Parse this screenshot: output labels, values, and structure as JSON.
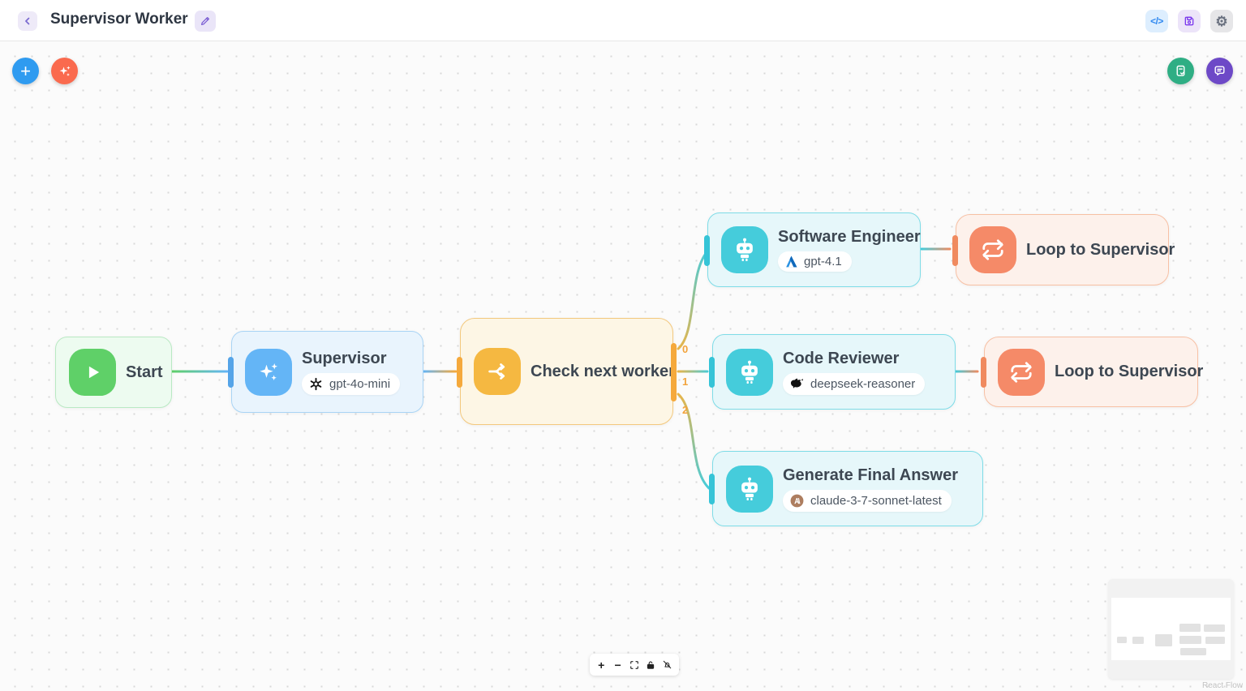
{
  "header": {
    "title": "Supervisor Worker",
    "code_label": "</>",
    "settings_glyph": "⚙",
    "icons": [
      "back-chevron-icon",
      "edit-pencil-icon",
      "code-icon",
      "save-floppy-icon",
      "settings-gear-icon"
    ]
  },
  "canvas": {
    "fab_icons": [
      "plus-icon",
      "ai-sparkles-icon",
      "report-check-icon",
      "chat-bubble-icon"
    ],
    "plus_glyph": "+",
    "nodes": [
      {
        "label": "Start",
        "icon": "play-icon",
        "color": "#5fd068"
      },
      {
        "label": "Supervisor",
        "icon": "sparkles-icon",
        "color": "#64b5f6",
        "model": "gpt-4o-mini",
        "provider_icon": "openai-icon"
      },
      {
        "label": "Check next worker",
        "icon": "branch-split-icon",
        "color": "#f5b841"
      },
      {
        "label": "Software Engineer",
        "icon": "robot-icon",
        "color": "#45ccdb",
        "model": "gpt-4.1",
        "provider_icon": "azure-icon"
      },
      {
        "label": "Loop to Supervisor",
        "icon": "loop-repeat-icon",
        "color": "#f58a68"
      },
      {
        "label": "Code Reviewer",
        "icon": "robot-icon",
        "color": "#45ccdb",
        "model": "deepseek-reasoner",
        "provider_icon": "deepseek-whale-icon"
      },
      {
        "label": "Loop to Supervisor",
        "icon": "loop-repeat-icon",
        "color": "#f58a68"
      },
      {
        "label": "Generate Final Answer",
        "icon": "robot-icon",
        "color": "#45ccdb",
        "model": "claude-3-7-sonnet-latest",
        "provider_icon": "anthropic-icon"
      }
    ],
    "edge_labels": [
      "0",
      "1",
      "2"
    ],
    "controls_icons": [
      "zoom-in-icon",
      "zoom-out-icon",
      "fit-view-icon",
      "lock-icon",
      "interactivity-off-icon"
    ],
    "zoom_in_glyph": "+",
    "zoom_out_glyph": "−",
    "attribution": "React Flow"
  },
  "colors": {
    "accent_blue": "#2f9bf0",
    "accent_orange": "#fa6a4e",
    "accent_green": "#2fae84",
    "accent_purple": "#6d49c7",
    "node_green": "#5fd068",
    "node_blue": "#64b5f6",
    "node_amber": "#f5b841",
    "node_teal": "#45ccdb",
    "node_salmon": "#f58a68",
    "edge_label": "#f2a33c"
  }
}
